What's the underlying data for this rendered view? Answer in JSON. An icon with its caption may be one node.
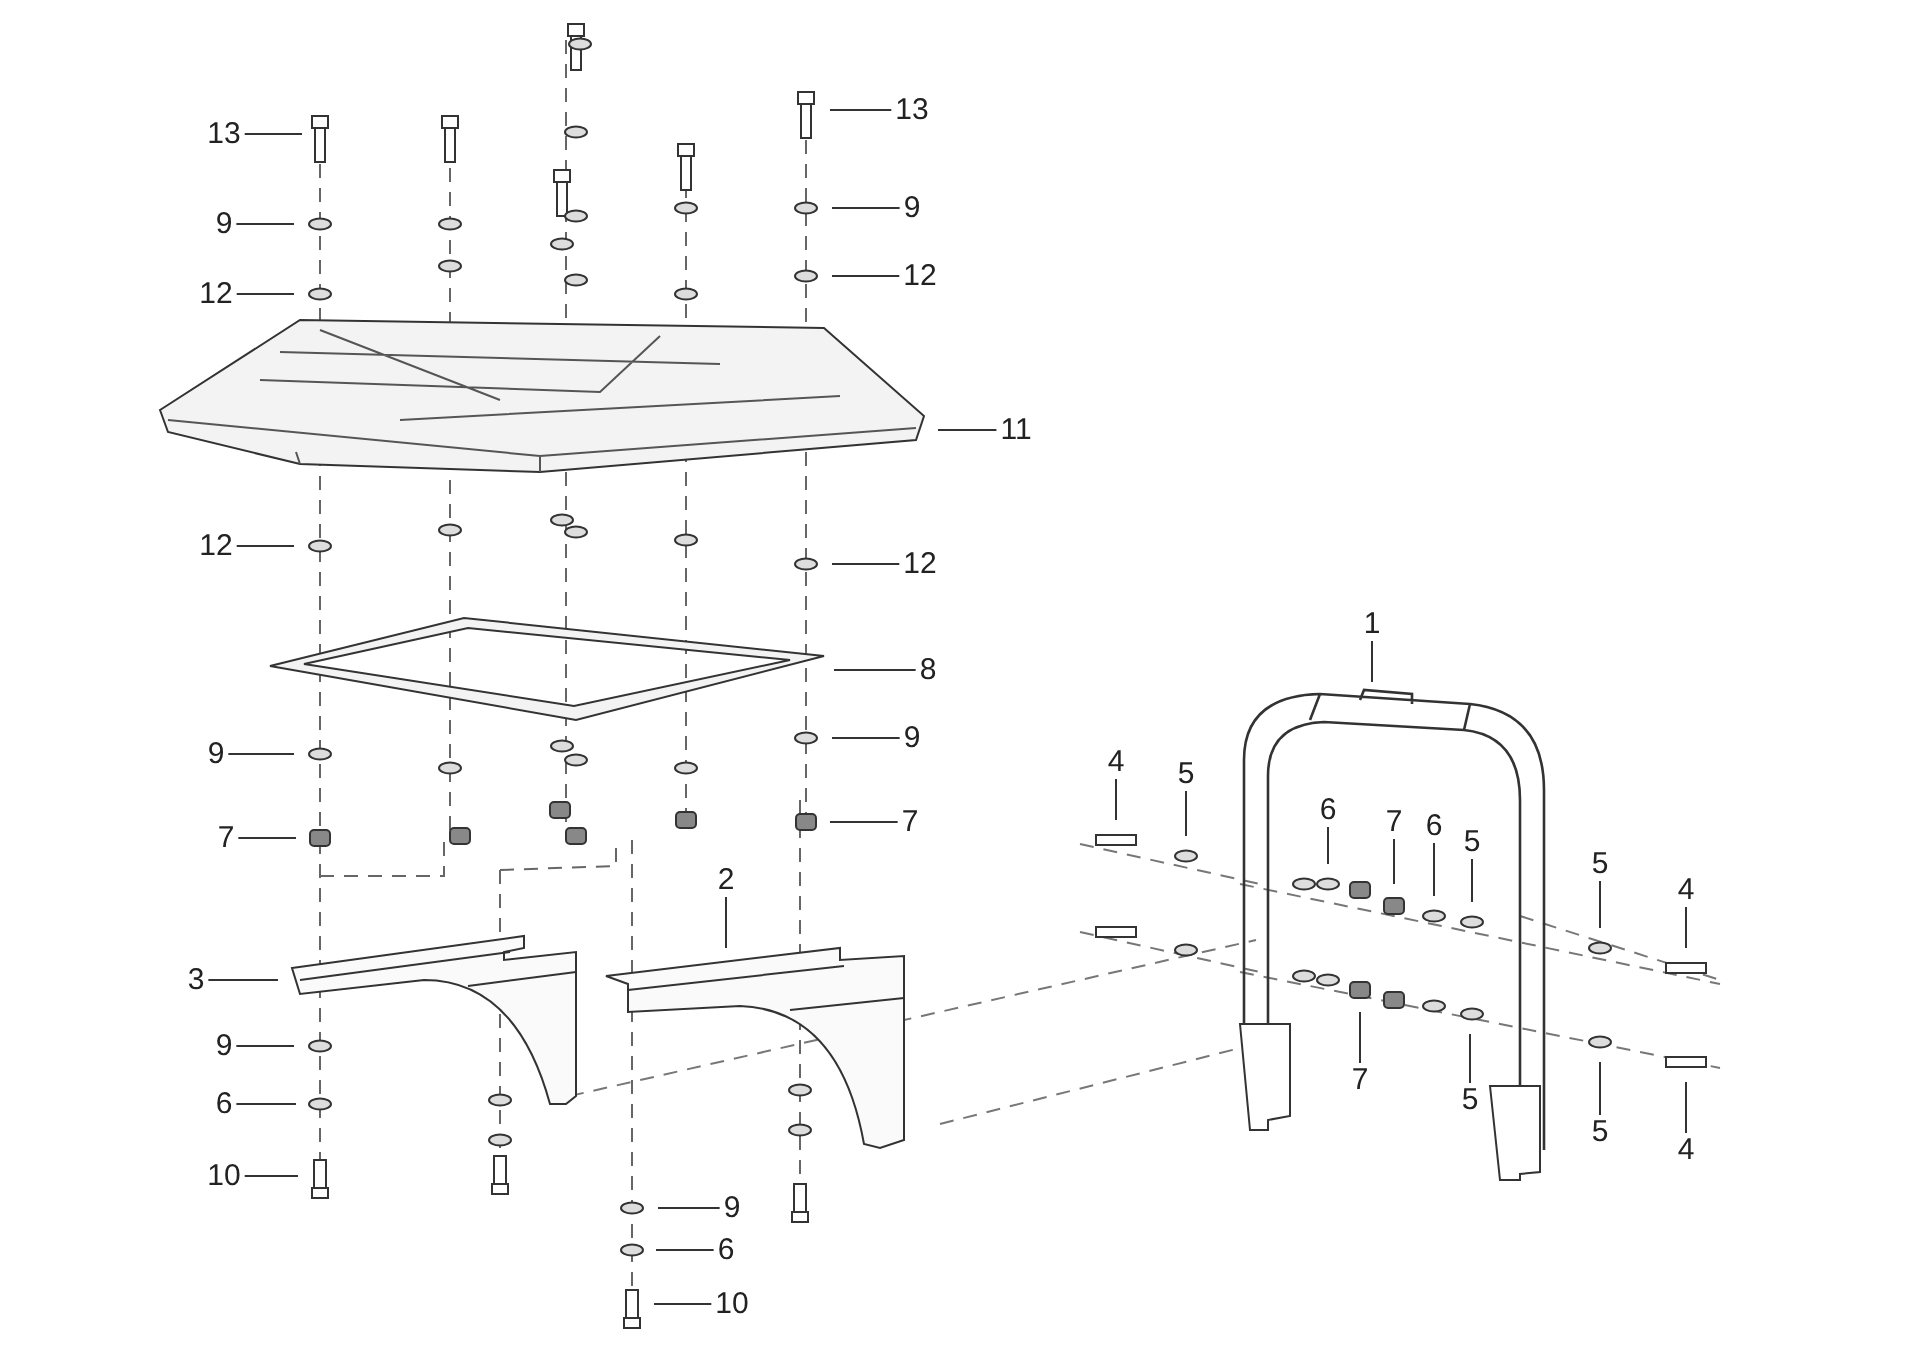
{
  "diagram": {
    "nodes": [
      {
        "text": [
          "13"
        ]
      },
      {
        "text": [
          "13"
        ]
      },
      {
        "text": [
          "9"
        ]
      },
      {
        "text": [
          "9"
        ]
      },
      {
        "text": [
          "12"
        ]
      },
      {
        "text": [
          "12"
        ]
      },
      {
        "text": [
          "11"
        ]
      },
      {
        "text": [
          "12"
        ]
      },
      {
        "text": [
          "12"
        ]
      },
      {
        "text": [
          "8"
        ]
      },
      {
        "text": [
          "9"
        ]
      },
      {
        "text": [
          "9"
        ]
      },
      {
        "text": [
          "7"
        ]
      },
      {
        "text": [
          "7"
        ]
      },
      {
        "text": [
          "1"
        ]
      },
      {
        "text": [
          "4"
        ]
      },
      {
        "text": [
          "5"
        ]
      },
      {
        "text": [
          "6"
        ]
      },
      {
        "text": [
          "7"
        ]
      },
      {
        "text": [
          "6"
        ]
      },
      {
        "text": [
          "5"
        ]
      },
      {
        "text": [
          "5"
        ]
      },
      {
        "text": [
          "4"
        ]
      },
      {
        "text": [
          "2"
        ]
      },
      {
        "text": [
          "3"
        ]
      },
      {
        "text": [
          "9"
        ]
      },
      {
        "text": [
          "6"
        ]
      },
      {
        "text": [
          "10"
        ]
      },
      {
        "text": [
          "7"
        ]
      },
      {
        "text": [
          "5"
        ]
      },
      {
        "text": [
          "5"
        ]
      },
      {
        "text": [
          "4"
        ]
      },
      {
        "text": [
          "9"
        ]
      },
      {
        "text": [
          "6"
        ]
      },
      {
        "text": [
          "10"
        ]
      }
    ],
    "edges": [
      {
        "from": 0,
        "to": null,
        "arrow": "none"
      },
      {
        "from": 1,
        "to": null,
        "arrow": "none"
      },
      {
        "from": 2,
        "to": null,
        "arrow": "none"
      },
      {
        "from": 3,
        "to": null,
        "arrow": "none"
      },
      {
        "from": 4,
        "to": null,
        "arrow": "none"
      },
      {
        "from": 5,
        "to": null,
        "arrow": "none"
      },
      {
        "from": 6,
        "to": null,
        "arrow": "none"
      },
      {
        "from": 7,
        "to": null,
        "arrow": "none"
      },
      {
        "from": 8,
        "to": null,
        "arrow": "none"
      },
      {
        "from": 9,
        "to": null,
        "arrow": "none"
      },
      {
        "from": 10,
        "to": null,
        "arrow": "none"
      },
      {
        "from": 11,
        "to": null,
        "arrow": "none"
      },
      {
        "from": 12,
        "to": null,
        "arrow": "none"
      },
      {
        "from": 13,
        "to": null,
        "arrow": "none"
      },
      {
        "from": 14,
        "to": null,
        "arrow": "none"
      },
      {
        "from": 15,
        "to": null,
        "arrow": "none"
      },
      {
        "from": 16,
        "to": null,
        "arrow": "none"
      },
      {
        "from": 17,
        "to": null,
        "arrow": "none"
      },
      {
        "from": 18,
        "to": null,
        "arrow": "none"
      },
      {
        "from": 19,
        "to": null,
        "arrow": "none"
      },
      {
        "from": 20,
        "to": null,
        "arrow": "none"
      },
      {
        "from": 21,
        "to": null,
        "arrow": "none"
      },
      {
        "from": 22,
        "to": null,
        "arrow": "none"
      },
      {
        "from": 23,
        "to": null,
        "arrow": "none"
      },
      {
        "from": 24,
        "to": null,
        "arrow": "none"
      },
      {
        "from": 25,
        "to": null,
        "arrow": "none"
      },
      {
        "from": 26,
        "to": null,
        "arrow": "none"
      },
      {
        "from": 27,
        "to": null,
        "arrow": "none"
      },
      {
        "from": 28,
        "to": null,
        "arrow": "none"
      },
      {
        "from": 29,
        "to": null,
        "arrow": "none"
      },
      {
        "from": 30,
        "to": null,
        "arrow": "none"
      },
      {
        "from": 31,
        "to": null,
        "arrow": "none"
      },
      {
        "from": 32,
        "to": null,
        "arrow": "none"
      },
      {
        "from": 33,
        "to": null,
        "arrow": "none"
      },
      {
        "from": 34,
        "to": null,
        "arrow": "none"
      }
    ]
  }
}
